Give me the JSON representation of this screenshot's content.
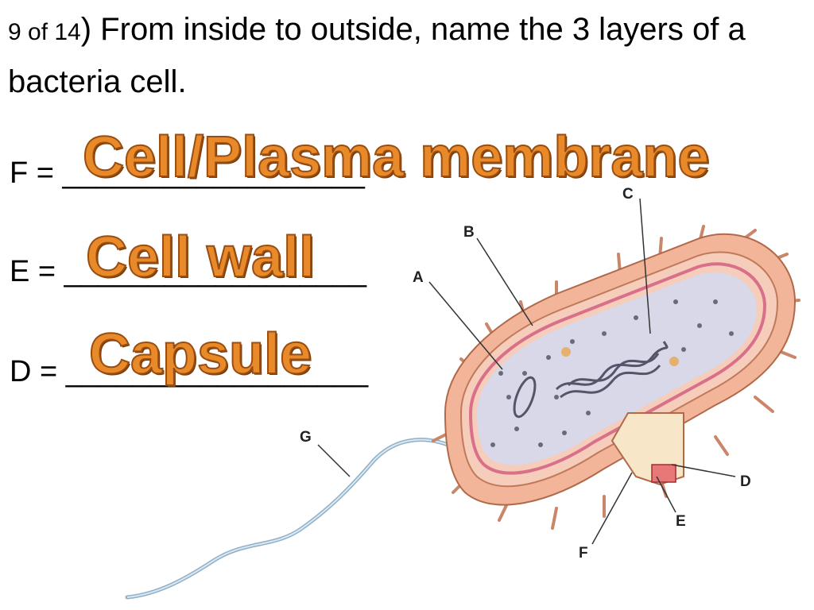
{
  "question": {
    "counter": "9 of 14",
    "text": ") From inside to outside, name the 3 layers of a bacteria cell."
  },
  "blanks": [
    {
      "prefix": "F = ",
      "line": "__________________",
      "answer": "Cell/Plasma membrane"
    },
    {
      "prefix": "E = ",
      "line": "__________________",
      "answer": "Cell wall"
    },
    {
      "prefix": "D = ",
      "line": "__________________",
      "answer": "Capsule"
    }
  ],
  "diagram": {
    "labels": {
      "a": "A",
      "b": "B",
      "c": "C",
      "d": "D",
      "e": "E",
      "f": "F",
      "g": "G"
    }
  },
  "colors": {
    "answer_fill": "#e98a2a",
    "answer_outline": "#9a4d10",
    "capsule": "#f2b59a",
    "cytoplasm": "#d8d8e8"
  }
}
